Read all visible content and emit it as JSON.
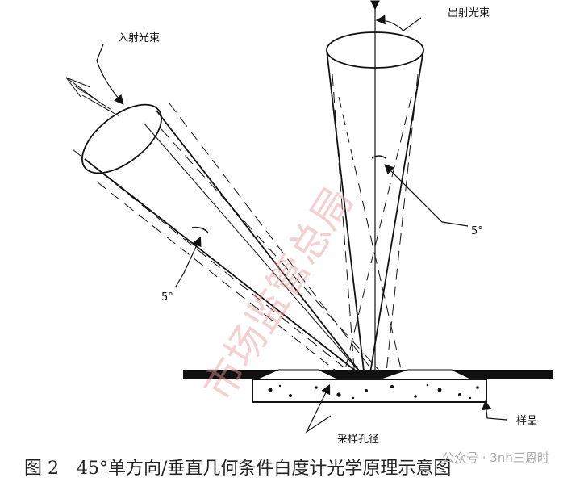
{
  "labels": {
    "incident_beam": "入射光束",
    "exit_beam": "出射光束",
    "angle_incident": "5°",
    "angle_exit": "5°",
    "aperture": "采样孔径",
    "sample": "样品"
  },
  "caption": "图 2　45°单方向/垂直几何条件白度计光学原理示意图",
  "watermark": "市场监管总局",
  "source_tag": "公众号 · 3nh三恩时",
  "colors": {
    "line": "#111111",
    "watermark": "#e89a9a",
    "background": "#ffffff"
  }
}
